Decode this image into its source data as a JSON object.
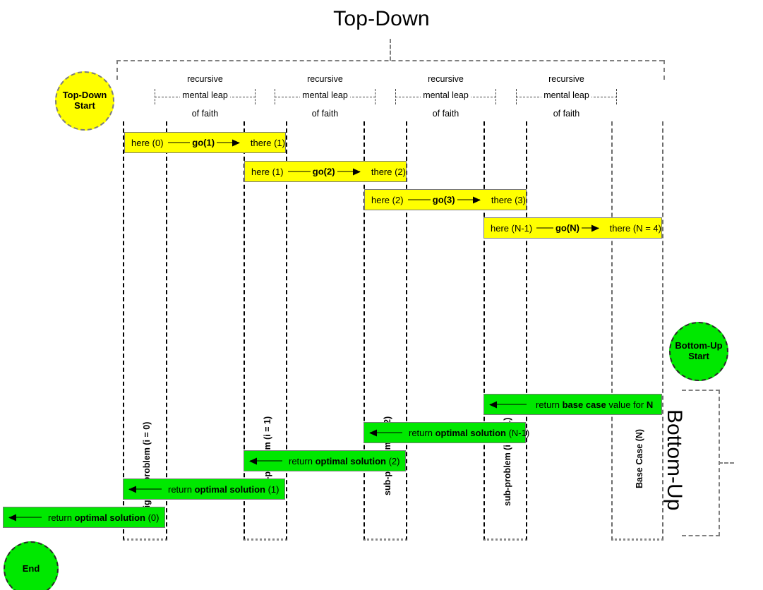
{
  "titles": {
    "top": "Top-Down",
    "bottom": "Bottom-Up"
  },
  "nodes": {
    "start_top_down": "Top-Down\nStart",
    "start_top_down_line1": "Top-Down",
    "start_top_down_line2": "Start",
    "start_bottom_up_line1": "Bottom-Up",
    "start_bottom_up_line2": "Start",
    "end": "End"
  },
  "leaps": [
    {
      "l1": "recursive",
      "l2": "mental leap",
      "l3": "of faith"
    },
    {
      "l1": "recursive",
      "l2": "mental leap",
      "l3": "of faith"
    },
    {
      "l1": "recursive",
      "l2": "mental leap",
      "l3": "of faith"
    },
    {
      "l1": "recursive",
      "l2": "mental leap",
      "l3": "of faith"
    }
  ],
  "columns": [
    {
      "label": "original problem (i = 0)"
    },
    {
      "label": "sub-problem (i = 1)"
    },
    {
      "label": "sub-problem (i = 2)"
    },
    {
      "label": "sub-problem (i = N-1)"
    },
    {
      "label": "Base Case (N)"
    }
  ],
  "calls": [
    {
      "from": "here (0)",
      "action": "go(1)",
      "to": "there (1)"
    },
    {
      "from": "here (1)",
      "action": "go(2)",
      "to": "there (2)"
    },
    {
      "from": "here (2)",
      "action": "go(3)",
      "to": "there (3)"
    },
    {
      "from": "here (N-1)",
      "action": "go(N)",
      "to": "there (N = 4)"
    }
  ],
  "returns": [
    {
      "pre": "return ",
      "strong": "base case",
      "post": " value for ",
      "tail": "N"
    },
    {
      "pre": "return ",
      "strong": "optimal solution",
      "post": " (N-1)",
      "tail": ""
    },
    {
      "pre": "return ",
      "strong": "optimal solution",
      "post": " (2)",
      "tail": ""
    },
    {
      "pre": "return ",
      "strong": "optimal solution",
      "post": " (1)",
      "tail": ""
    },
    {
      "pre": "return ",
      "strong": "optimal solution",
      "post": " (0)",
      "tail": ""
    }
  ],
  "colors": {
    "call_fill": "#ffff00",
    "return_fill": "#00e800",
    "lifeline": "#000000",
    "bracket": "#808080"
  }
}
